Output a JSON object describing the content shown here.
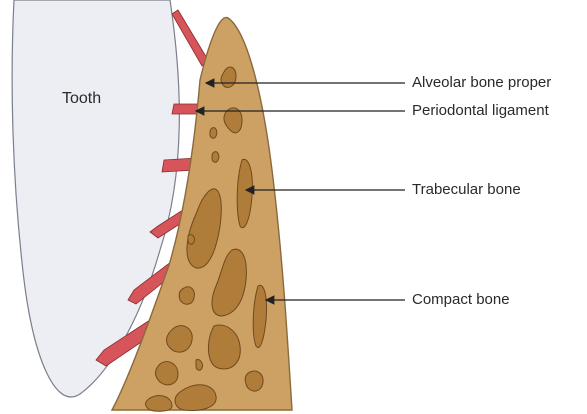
{
  "diagram": {
    "tooth_label": "Tooth",
    "labels": [
      {
        "id": "alveolar-bone-proper",
        "text": "Alveolar bone proper"
      },
      {
        "id": "periodontal-ligament",
        "text": "Periodontal ligament"
      },
      {
        "id": "trabecular-bone",
        "text": "Trabecular bone"
      },
      {
        "id": "compact-bone",
        "text": "Compact bone"
      }
    ]
  },
  "colors": {
    "tooth_fill": "#eceef3",
    "tooth_stroke": "#7a7f8c",
    "bone_fill": "#cda064",
    "bone_stroke": "#8a6a3c",
    "marrow_fill": "#b07c3a",
    "marrow_stroke": "#6f4a1d",
    "ligament_fill": "#d6555b",
    "ligament_stroke": "#8b2a30",
    "leader_line": "#222222"
  }
}
